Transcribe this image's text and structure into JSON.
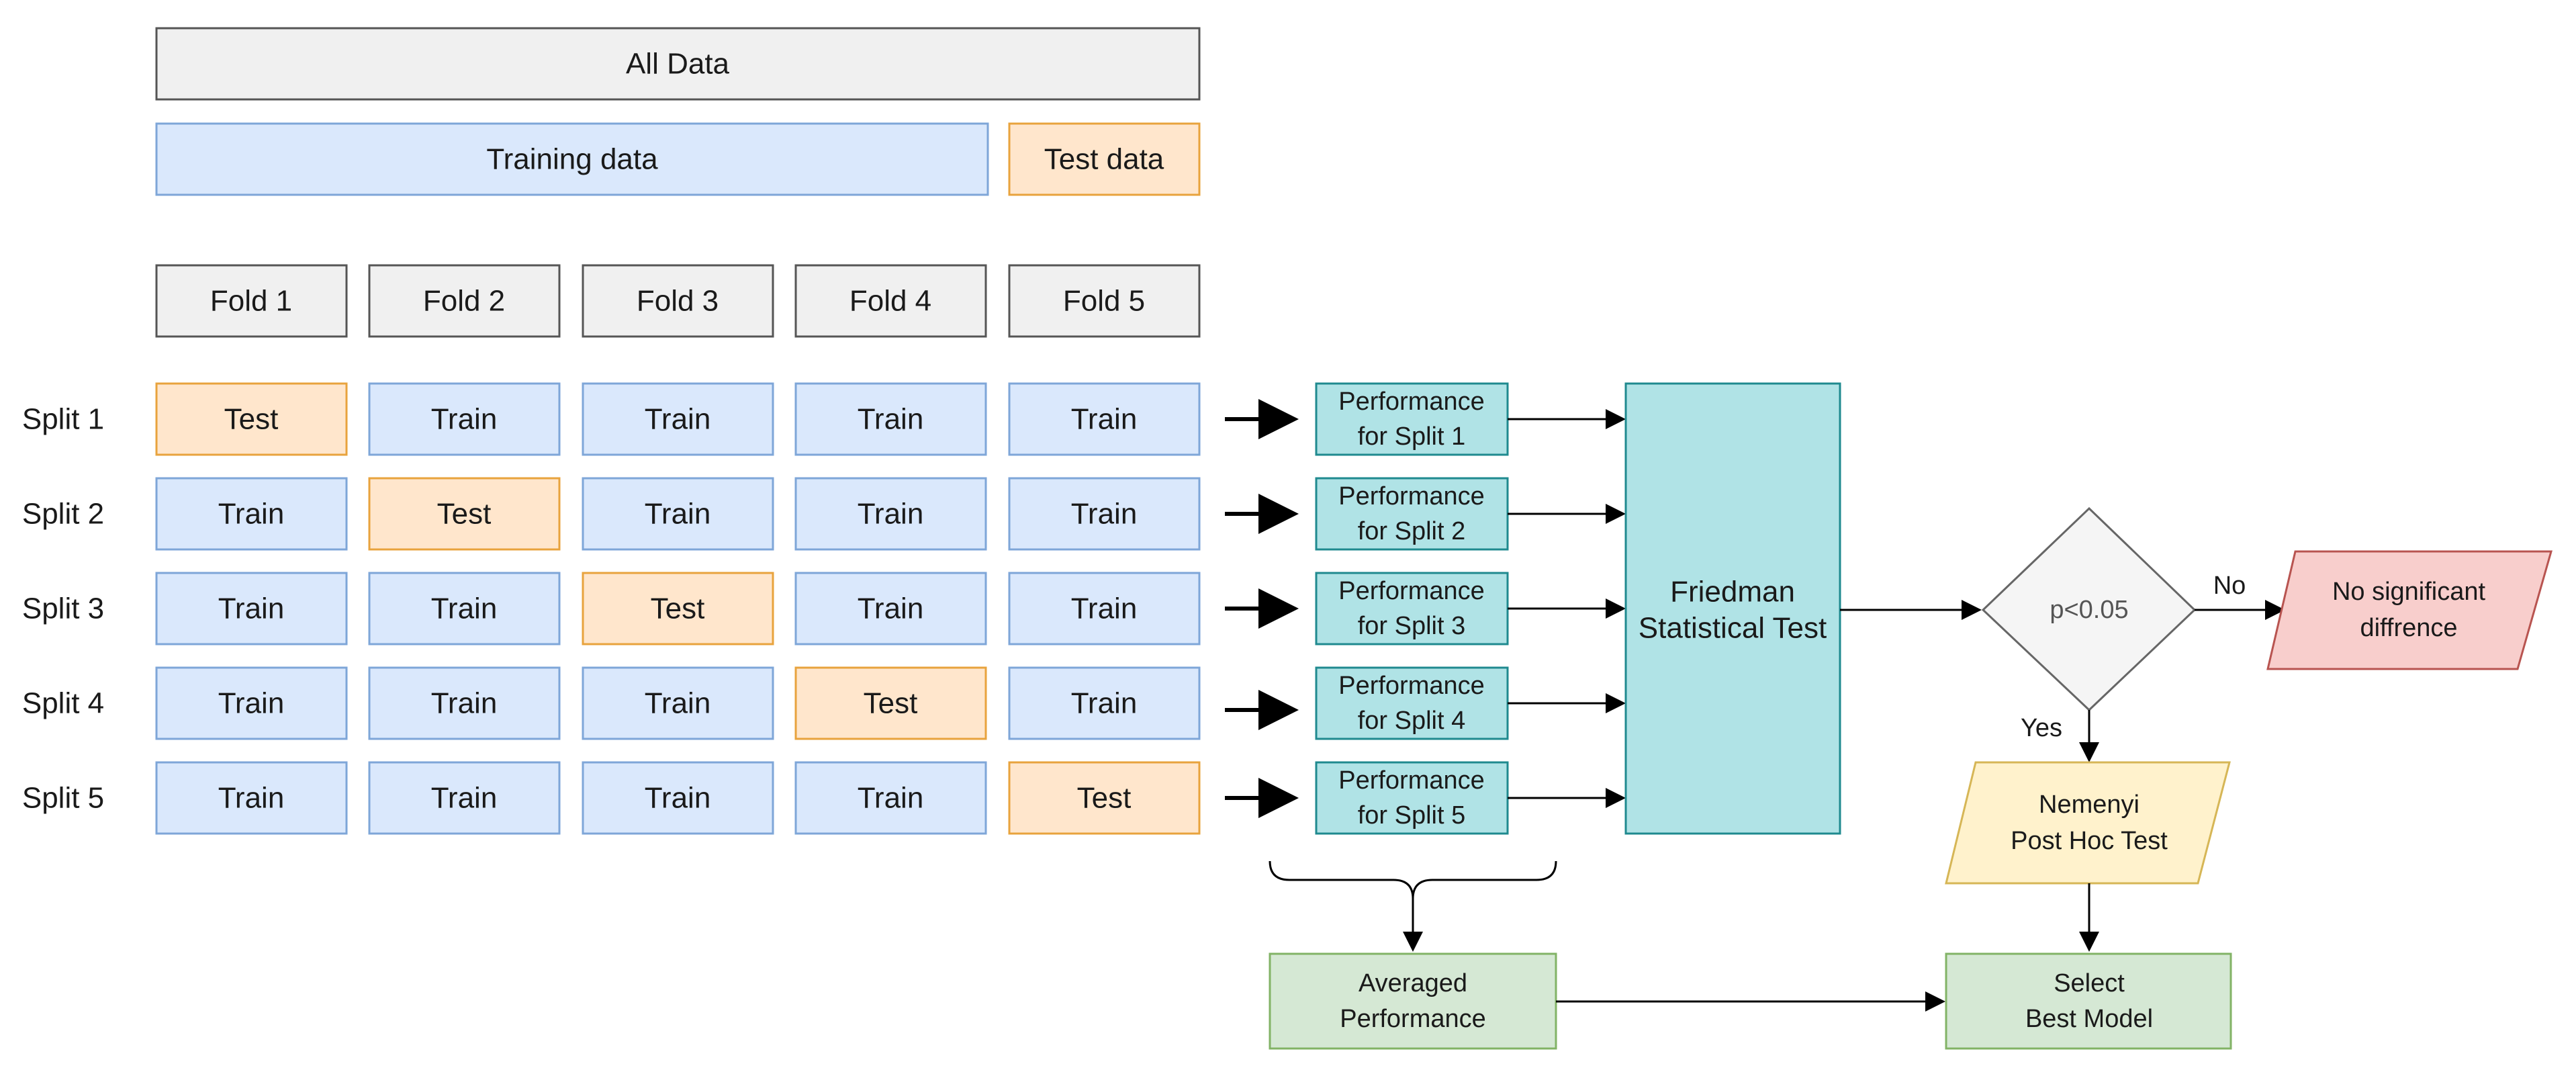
{
  "header": {
    "all_data": "All Data",
    "training_data": "Training data",
    "test_data": "Test data"
  },
  "folds": [
    "Fold 1",
    "Fold 2",
    "Fold 3",
    "Fold 4",
    "Fold 5"
  ],
  "splits": [
    {
      "label": "Split 1",
      "cells": [
        "Test",
        "Train",
        "Train",
        "Train",
        "Train"
      ],
      "perf_line1": "Performance",
      "perf_line2": "for Split 1"
    },
    {
      "label": "Split 2",
      "cells": [
        "Train",
        "Test",
        "Train",
        "Train",
        "Train"
      ],
      "perf_line1": "Performance",
      "perf_line2": "for Split 2"
    },
    {
      "label": "Split 3",
      "cells": [
        "Train",
        "Train",
        "Test",
        "Train",
        "Train"
      ],
      "perf_line1": "Performance",
      "perf_line2": "for Split 3"
    },
    {
      "label": "Split 4",
      "cells": [
        "Train",
        "Train",
        "Train",
        "Test",
        "Train"
      ],
      "perf_line1": "Performance",
      "perf_line2": "for Split 4"
    },
    {
      "label": "Split 5",
      "cells": [
        "Train",
        "Train",
        "Train",
        "Train",
        "Test"
      ],
      "perf_line1": "Performance",
      "perf_line2": "for Split 5"
    }
  ],
  "friedman": {
    "line1": "Friedman",
    "line2": "Statistical Test"
  },
  "decision": {
    "label": "p<0.05",
    "no_label": "No",
    "yes_label": "Yes"
  },
  "no_significant": {
    "line1": "No significant",
    "line2": "diffrence"
  },
  "nemenyi": {
    "line1": "Nemenyi",
    "line2": "Post Hoc Test"
  },
  "averaged": {
    "line1": "Averaged",
    "line2": "Performance"
  },
  "select_best": {
    "line1": "Select",
    "line2": "Best Model"
  },
  "colors": {
    "grey_fill": "#f0f0f0",
    "grey_stroke": "#555555",
    "blue_fill": "#dae8fc",
    "blue_stroke": "#7ea6d8",
    "orange_fill": "#ffe6cc",
    "orange_stroke": "#e8a33d",
    "teal_fill": "#b0e3e6",
    "teal_stroke": "#1f8a8f",
    "green_fill": "#d5e8d4",
    "green_stroke": "#82b366",
    "red_fill": "#f8cecc",
    "red_stroke": "#b85450",
    "yellow_fill": "#fff2cc",
    "yellow_stroke": "#d6b656",
    "diamond_fill": "#f5f5f5",
    "diamond_stroke": "#666666"
  }
}
